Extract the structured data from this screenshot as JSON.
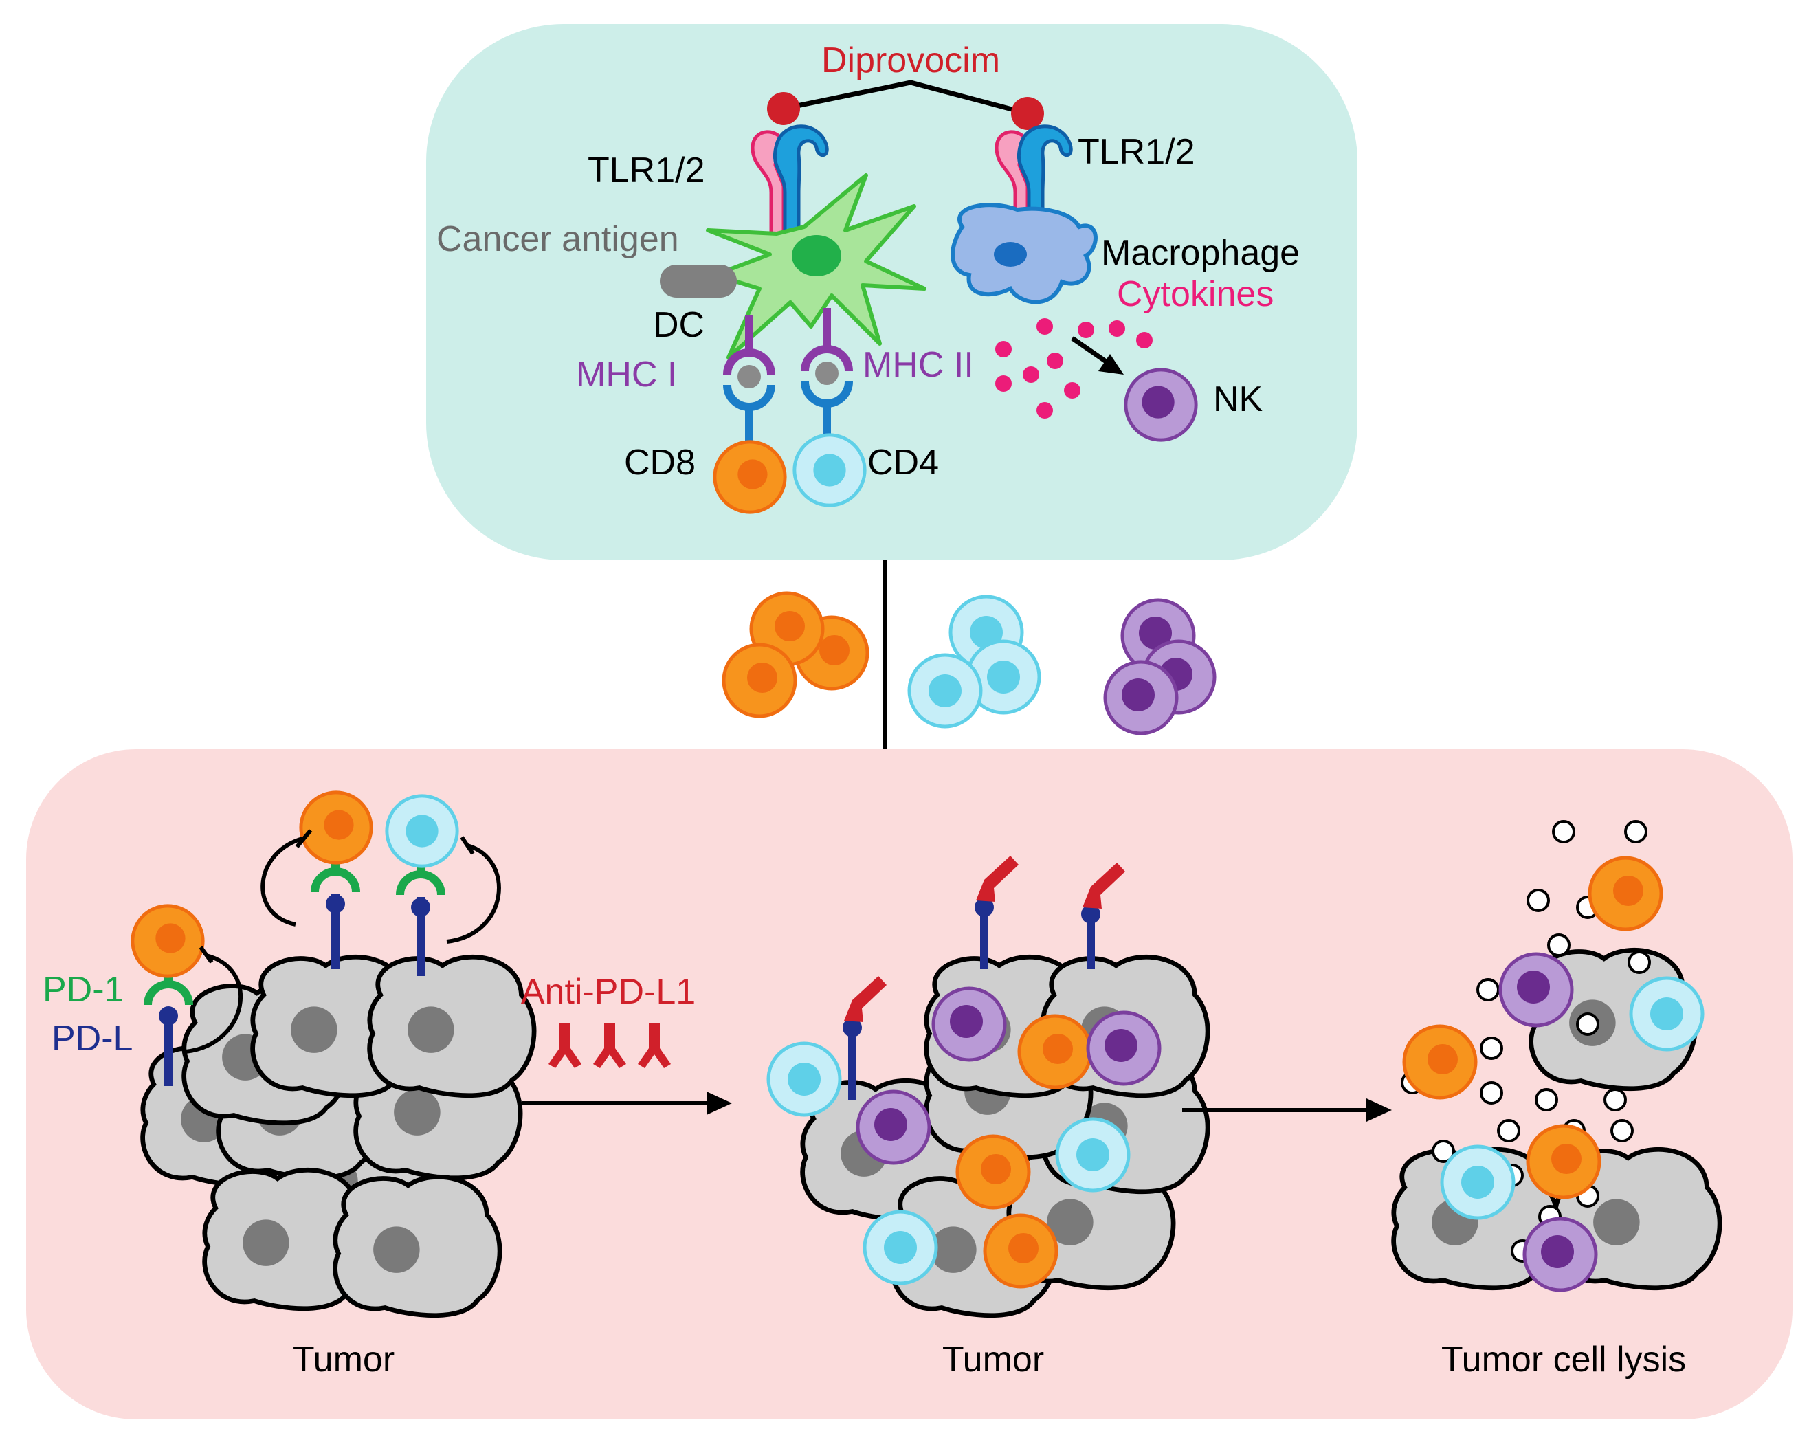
{
  "labels": {
    "diprovocim": "Diprovocim",
    "tlr_left": "TLR1/2",
    "tlr_right": "TLR1/2",
    "cancer_antigen": "Cancer antigen",
    "dc": "DC",
    "macrophage": "Macrophage",
    "cytokines": "Cytokines",
    "mhc1": "MHC I",
    "mhc2": "MHC II",
    "nk": "NK",
    "cd8": "CD8",
    "cd4": "CD4",
    "pd1": "PD-1",
    "pdl": "PD-L",
    "anti_pdl1": "Anti-PD-L1",
    "tumor_left": "Tumor",
    "tumor_middle": "Tumor",
    "tumor_lysis": "Tumor cell lysis"
  },
  "colors": {
    "top_panel": "#cdeee9",
    "bottom_panel": "#fbdcdc",
    "red_label": "#d0202a",
    "cytokine_pink": "#ec1c79",
    "mhc_purple": "#8a3aa6",
    "pd1_green": "#1aa84b",
    "pdl_blue": "#1f2f8f",
    "cd8_orange": "#f7941d",
    "cd4_cyan": "#5fd0e8",
    "nk_purple": "#7b3f9e",
    "dc_green": "#8cde7c",
    "macrophage_blue": "#9ab8e8",
    "tumor_gray": "#cfcfcf",
    "antigen_gray": "#808080"
  },
  "icons": {
    "tlr": "tlr-receptor-icon",
    "antibody": "y-antibody-icon",
    "dc": "dendritic-cell-icon",
    "macrophage": "macrophage-icon",
    "tumor": "tumor-cell-icon"
  }
}
